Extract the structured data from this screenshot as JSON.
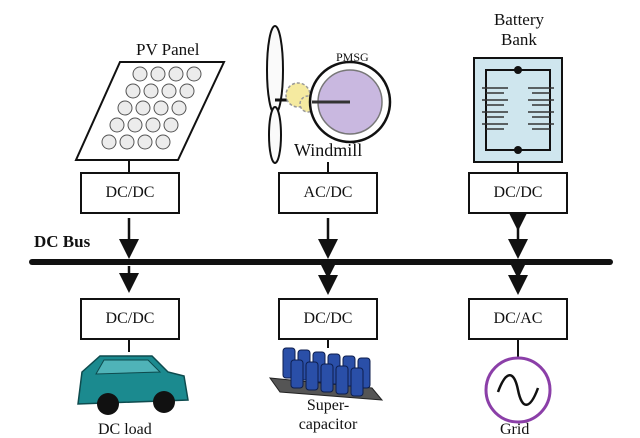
{
  "sources": {
    "pv_label": "PV Panel",
    "pmsg_label": "PMSG",
    "windmill_label": "Windmill",
    "battery_label_line1": "Battery",
    "battery_label_line2": "Bank"
  },
  "bus": {
    "label": "DC Bus"
  },
  "converters": {
    "top_left": "DC/DC",
    "top_middle": "AC/DC",
    "top_right": "DC/DC",
    "bottom_left": "DC/DC",
    "bottom_middle": "DC/DC",
    "bottom_right": "DC/AC"
  },
  "loads": {
    "dc_load_label": "DC load",
    "supercap_label_line1": "Super-",
    "supercap_label_line2": "capacitor",
    "grid_label": "Grid"
  },
  "colors": {
    "pv_cell": "#e8e8e8",
    "battery_fill": "#cfe6ee",
    "pmsg_rotor": "#c9b8e0",
    "pmsg_gear": "#f5eaa0",
    "car_body": "#1b8a8f",
    "capacitor_blue": "#2a4fa8",
    "grid_circle": "#8b3fa8"
  }
}
